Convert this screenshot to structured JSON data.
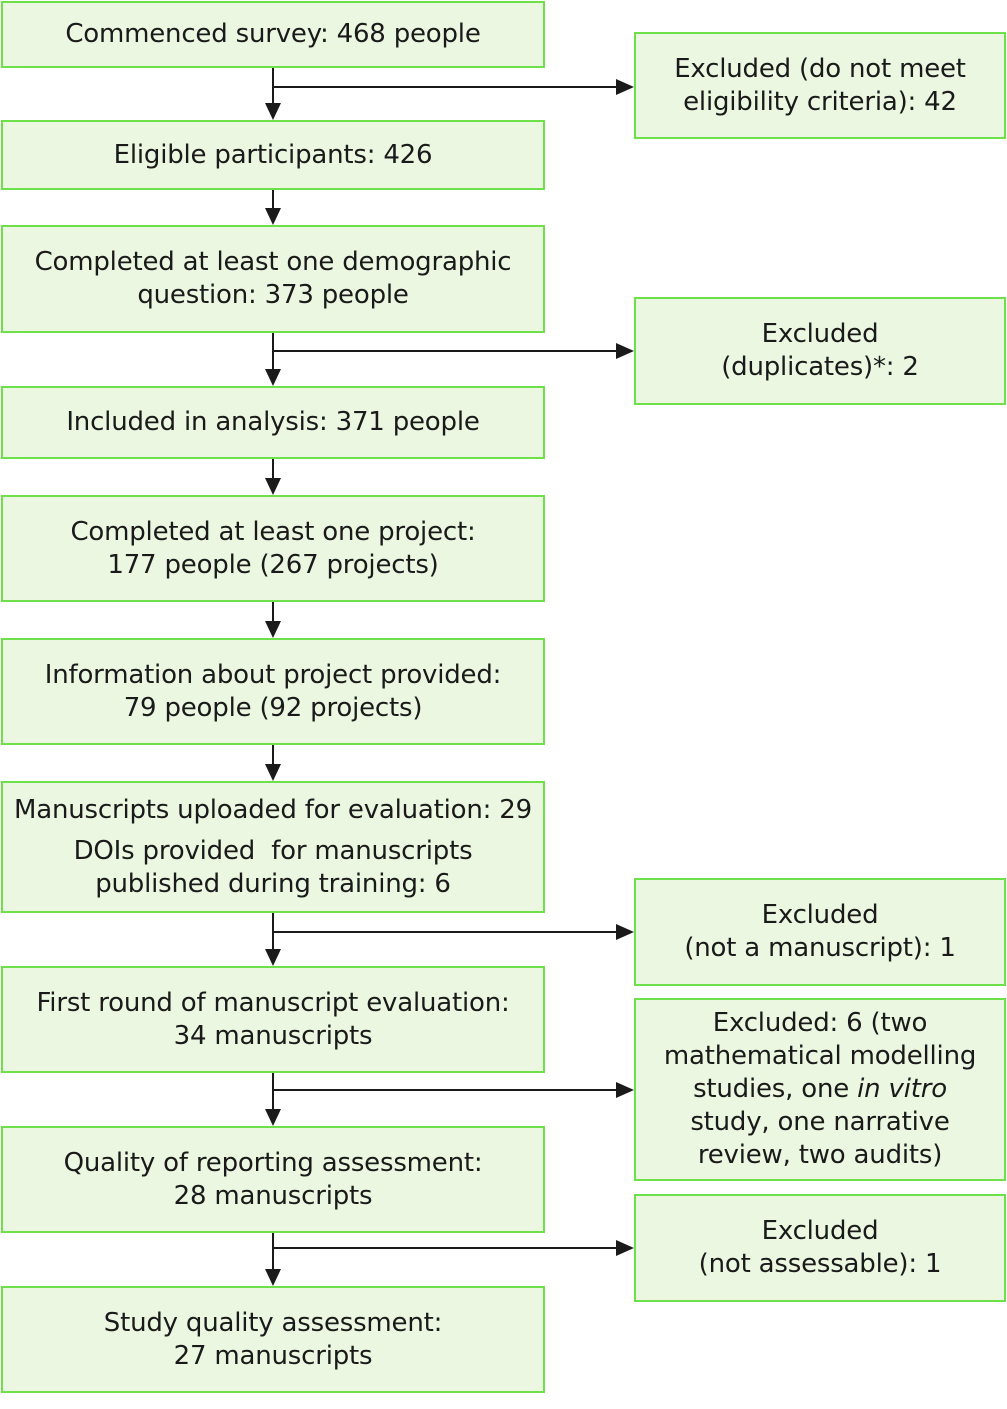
{
  "main_flow": {
    "commenced": "Commenced survey: 468 people",
    "eligible": "Eligible participants: 426",
    "completed_demo": [
      "Completed at least one demographic",
      "question: 373 people"
    ],
    "included": "Included in analysis: 371 people",
    "completed_project": [
      "Completed at least one project:",
      "177 people (267 projects)"
    ],
    "info_provided": [
      "Information about project provided:",
      "79 people (92 projects)"
    ],
    "manuscripts_uploaded": "Manuscripts uploaded for evaluation: 29",
    "dois_provided": [
      "DOIs provided  for manuscripts",
      "published during training: 6"
    ],
    "first_round": [
      "First round of manuscript evaluation:",
      "34 manuscripts"
    ],
    "quality_reporting": [
      "Quality of reporting assessment:",
      "28 manuscripts"
    ],
    "study_quality": [
      "Study quality assessment:",
      "27 manuscripts"
    ]
  },
  "exclusions": {
    "eligibility": [
      "Excluded (do not meet",
      "eligibility criteria): 42"
    ],
    "duplicates": [
      "Excluded",
      "(duplicates)*: 2"
    ],
    "not_manuscript": [
      "Excluded",
      "(not a manuscript): 1"
    ],
    "six": {
      "line1": "Excluded: 6 (two",
      "line2": "mathematical modelling",
      "line3_pre": "studies, one ",
      "line3_em": "in vitro",
      "line4": "study, one narrative",
      "line5": "review, two audits)"
    },
    "not_assessable": [
      "Excluded",
      "(not assessable): 1"
    ]
  },
  "colors": {
    "box_fill": "#ebf7e1",
    "box_border": "#6de04a",
    "arrow": "#1a1a1a"
  }
}
